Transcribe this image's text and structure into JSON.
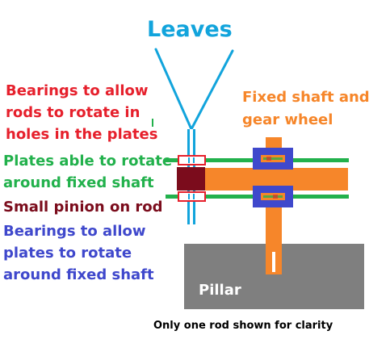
{
  "title": "Leaves",
  "annotations": {
    "bearings_rods": "Bearings to allow\nrods to rotate in\nholes in the plates",
    "fixed_shaft": "Fixed shaft and\ngear wheel",
    "plates": "Plates able to rotate\naround fixed shaft",
    "pinion": "Small pinion on rod",
    "bearings_plates": "Bearings to allow\nplates to rotate\naround fixed shaft",
    "pillar": "Pillar",
    "caption": "Only one rod shown for clarity"
  },
  "colors": {
    "leaves": "#12a4dc",
    "bearings_rods": "#e6202c",
    "fixed_shaft": "#f6862a",
    "plates": "#22b14c",
    "pinion": "#7b0c1c",
    "bearings_plates": "#3f48cc",
    "pillar": "#7f7f7f",
    "caption": "#000000"
  }
}
